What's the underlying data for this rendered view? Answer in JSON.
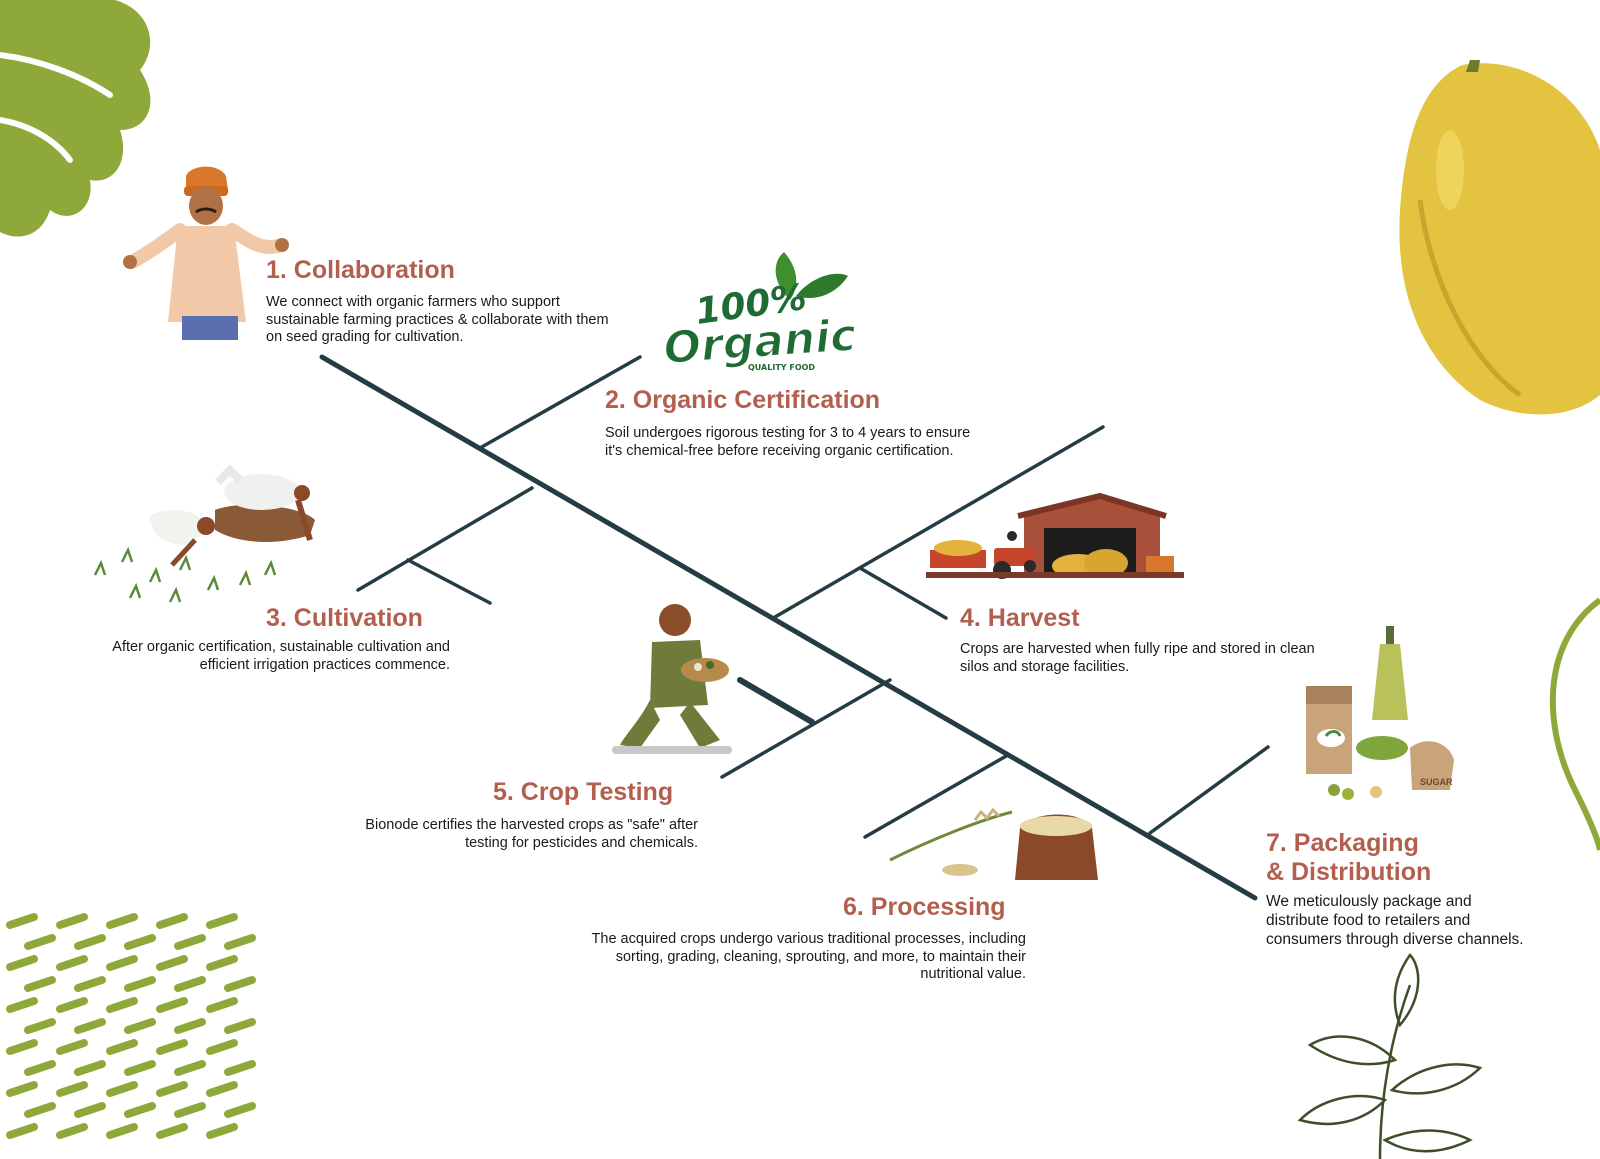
{
  "logo": {
    "line1": "100%",
    "line2": "Organic",
    "tagline": "QUALITY FOOD"
  },
  "steps": [
    {
      "number": "1.",
      "title": "1. Collaboration",
      "description": "We connect with organic farmers who support sustainable farming practices & collaborate with them on seed grading for cultivation."
    },
    {
      "number": "2.",
      "title": "2. Organic Certification",
      "description": "Soil undergoes rigorous testing for 3 to 4 years to ensure it's chemical-free before receiving organic certification."
    },
    {
      "number": "3.",
      "title": "3. Cultivation",
      "description": "After organic certification, sustainable cultivation and efficient irrigation practices commence."
    },
    {
      "number": "4.",
      "title": "4. Harvest",
      "description": "Crops are harvested when fully ripe and stored in clean silos and storage facilities."
    },
    {
      "number": "5.",
      "title": "5. Crop Testing",
      "description": "Bionode certifies the harvested crops as \"safe\" after testing for pesticides and chemicals."
    },
    {
      "number": "6.",
      "title": "6. Processing",
      "description": "The acquired crops undergo various traditional processes, including sorting, grading, cleaning, sprouting, and more, to maintain their nutritional value."
    },
    {
      "number": "7.",
      "title_line1": "7. Packaging",
      "title_line2": "& Distribution",
      "description": "We meticulously package and distribute food to retailers and consumers through diverse channels."
    }
  ],
  "package_label": "SUGAR",
  "colors": {
    "title": "#b35f4f",
    "spine": "#263c44",
    "leaf_green": "#8ea83a",
    "papaya": "#e3c33f",
    "logo_green": "#1f6b34"
  },
  "icons": {
    "farmer": "farmer-illustration",
    "logo": "organic-logo",
    "cultivation": "field-planting-illustration",
    "harvest": "barn-tractor-illustration",
    "crop_testing": "kneeling-inspector-illustration",
    "processing": "grain-sack-illustration",
    "packaging": "food-packages-illustration"
  }
}
